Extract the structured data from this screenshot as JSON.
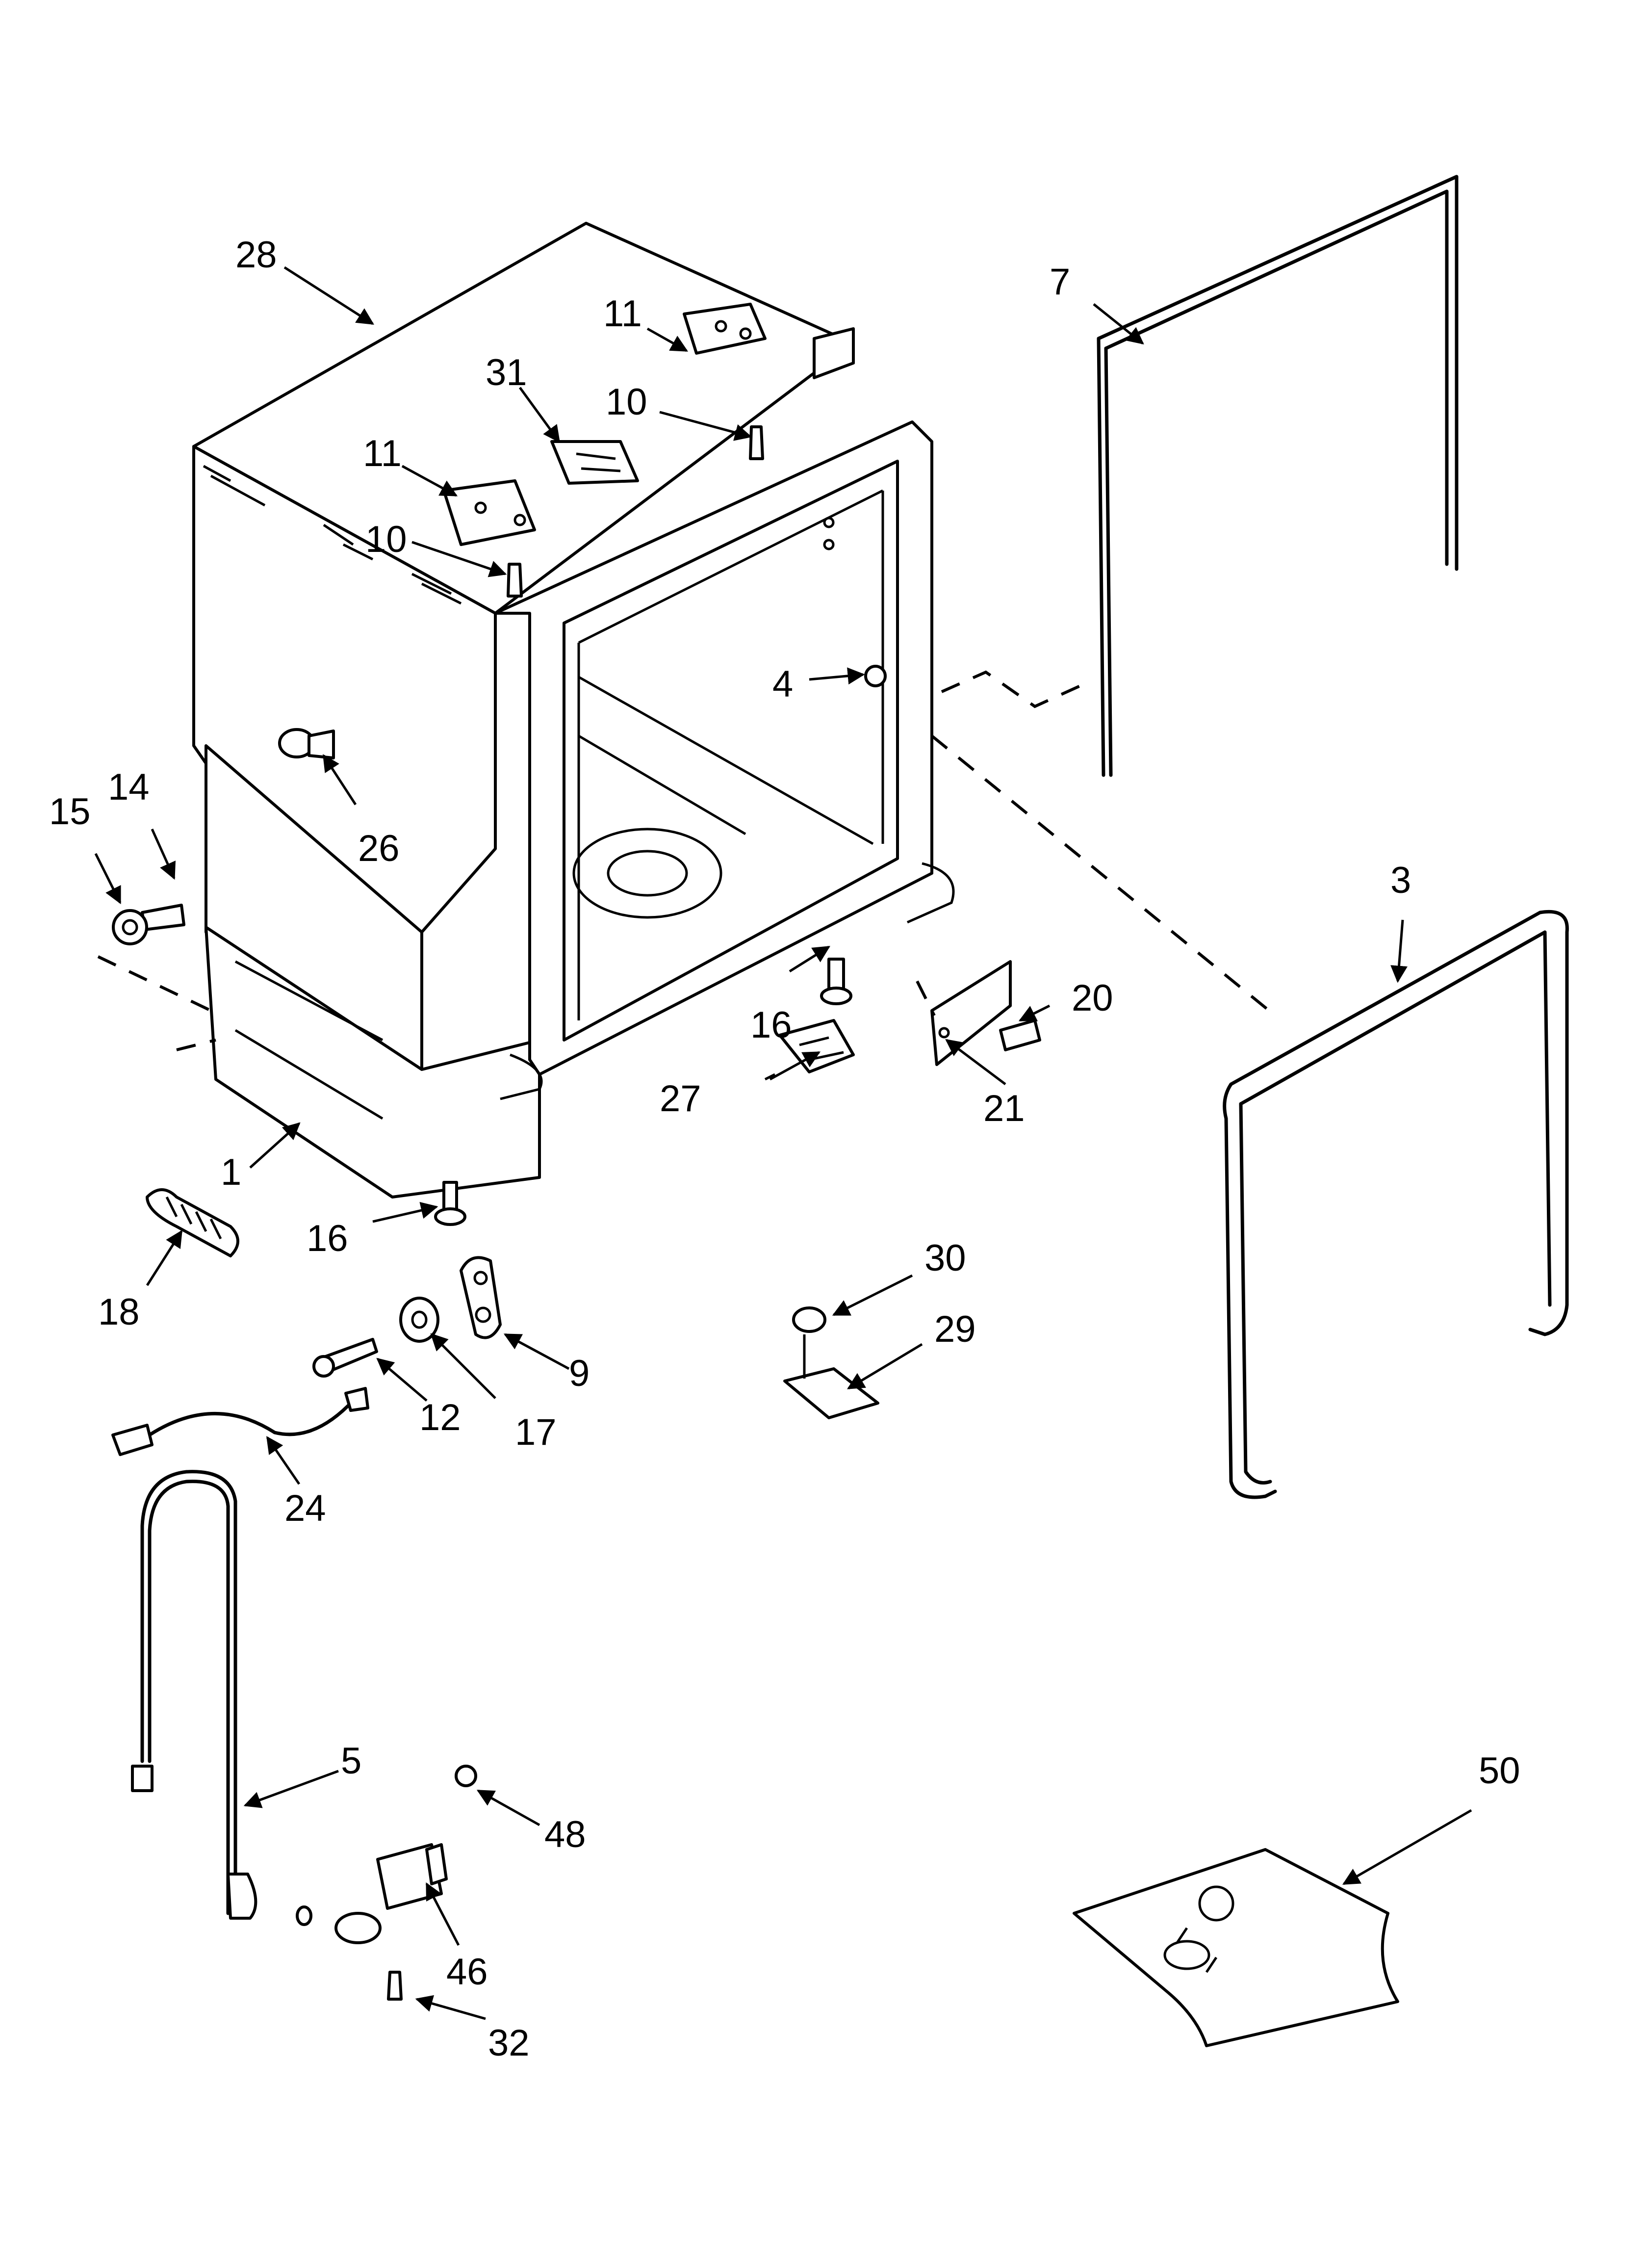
{
  "diagram": {
    "type": "exploded-parts-diagram",
    "callouts": [
      {
        "id": "c28",
        "label": "28"
      },
      {
        "id": "c11a",
        "label": "11"
      },
      {
        "id": "c31",
        "label": "31"
      },
      {
        "id": "c10a",
        "label": "10"
      },
      {
        "id": "c11b",
        "label": "11"
      },
      {
        "id": "c10b",
        "label": "10"
      },
      {
        "id": "c7",
        "label": "7"
      },
      {
        "id": "c4",
        "label": "4"
      },
      {
        "id": "c26",
        "label": "26"
      },
      {
        "id": "c15",
        "label": "15"
      },
      {
        "id": "c14",
        "label": "14"
      },
      {
        "id": "c3",
        "label": "3"
      },
      {
        "id": "c16a",
        "label": "16"
      },
      {
        "id": "c20",
        "label": "20"
      },
      {
        "id": "c27",
        "label": "27"
      },
      {
        "id": "c21",
        "label": "21"
      },
      {
        "id": "c1",
        "label": "1"
      },
      {
        "id": "c16b",
        "label": "16"
      },
      {
        "id": "c18",
        "label": "18"
      },
      {
        "id": "c30",
        "label": "30"
      },
      {
        "id": "c29",
        "label": "29"
      },
      {
        "id": "c9",
        "label": "9"
      },
      {
        "id": "c12",
        "label": "12"
      },
      {
        "id": "c17",
        "label": "17"
      },
      {
        "id": "c24",
        "label": "24"
      },
      {
        "id": "c5",
        "label": "5"
      },
      {
        "id": "c48",
        "label": "48"
      },
      {
        "id": "c50",
        "label": "50"
      },
      {
        "id": "c46",
        "label": "46"
      },
      {
        "id": "c32",
        "label": "32"
      }
    ]
  }
}
